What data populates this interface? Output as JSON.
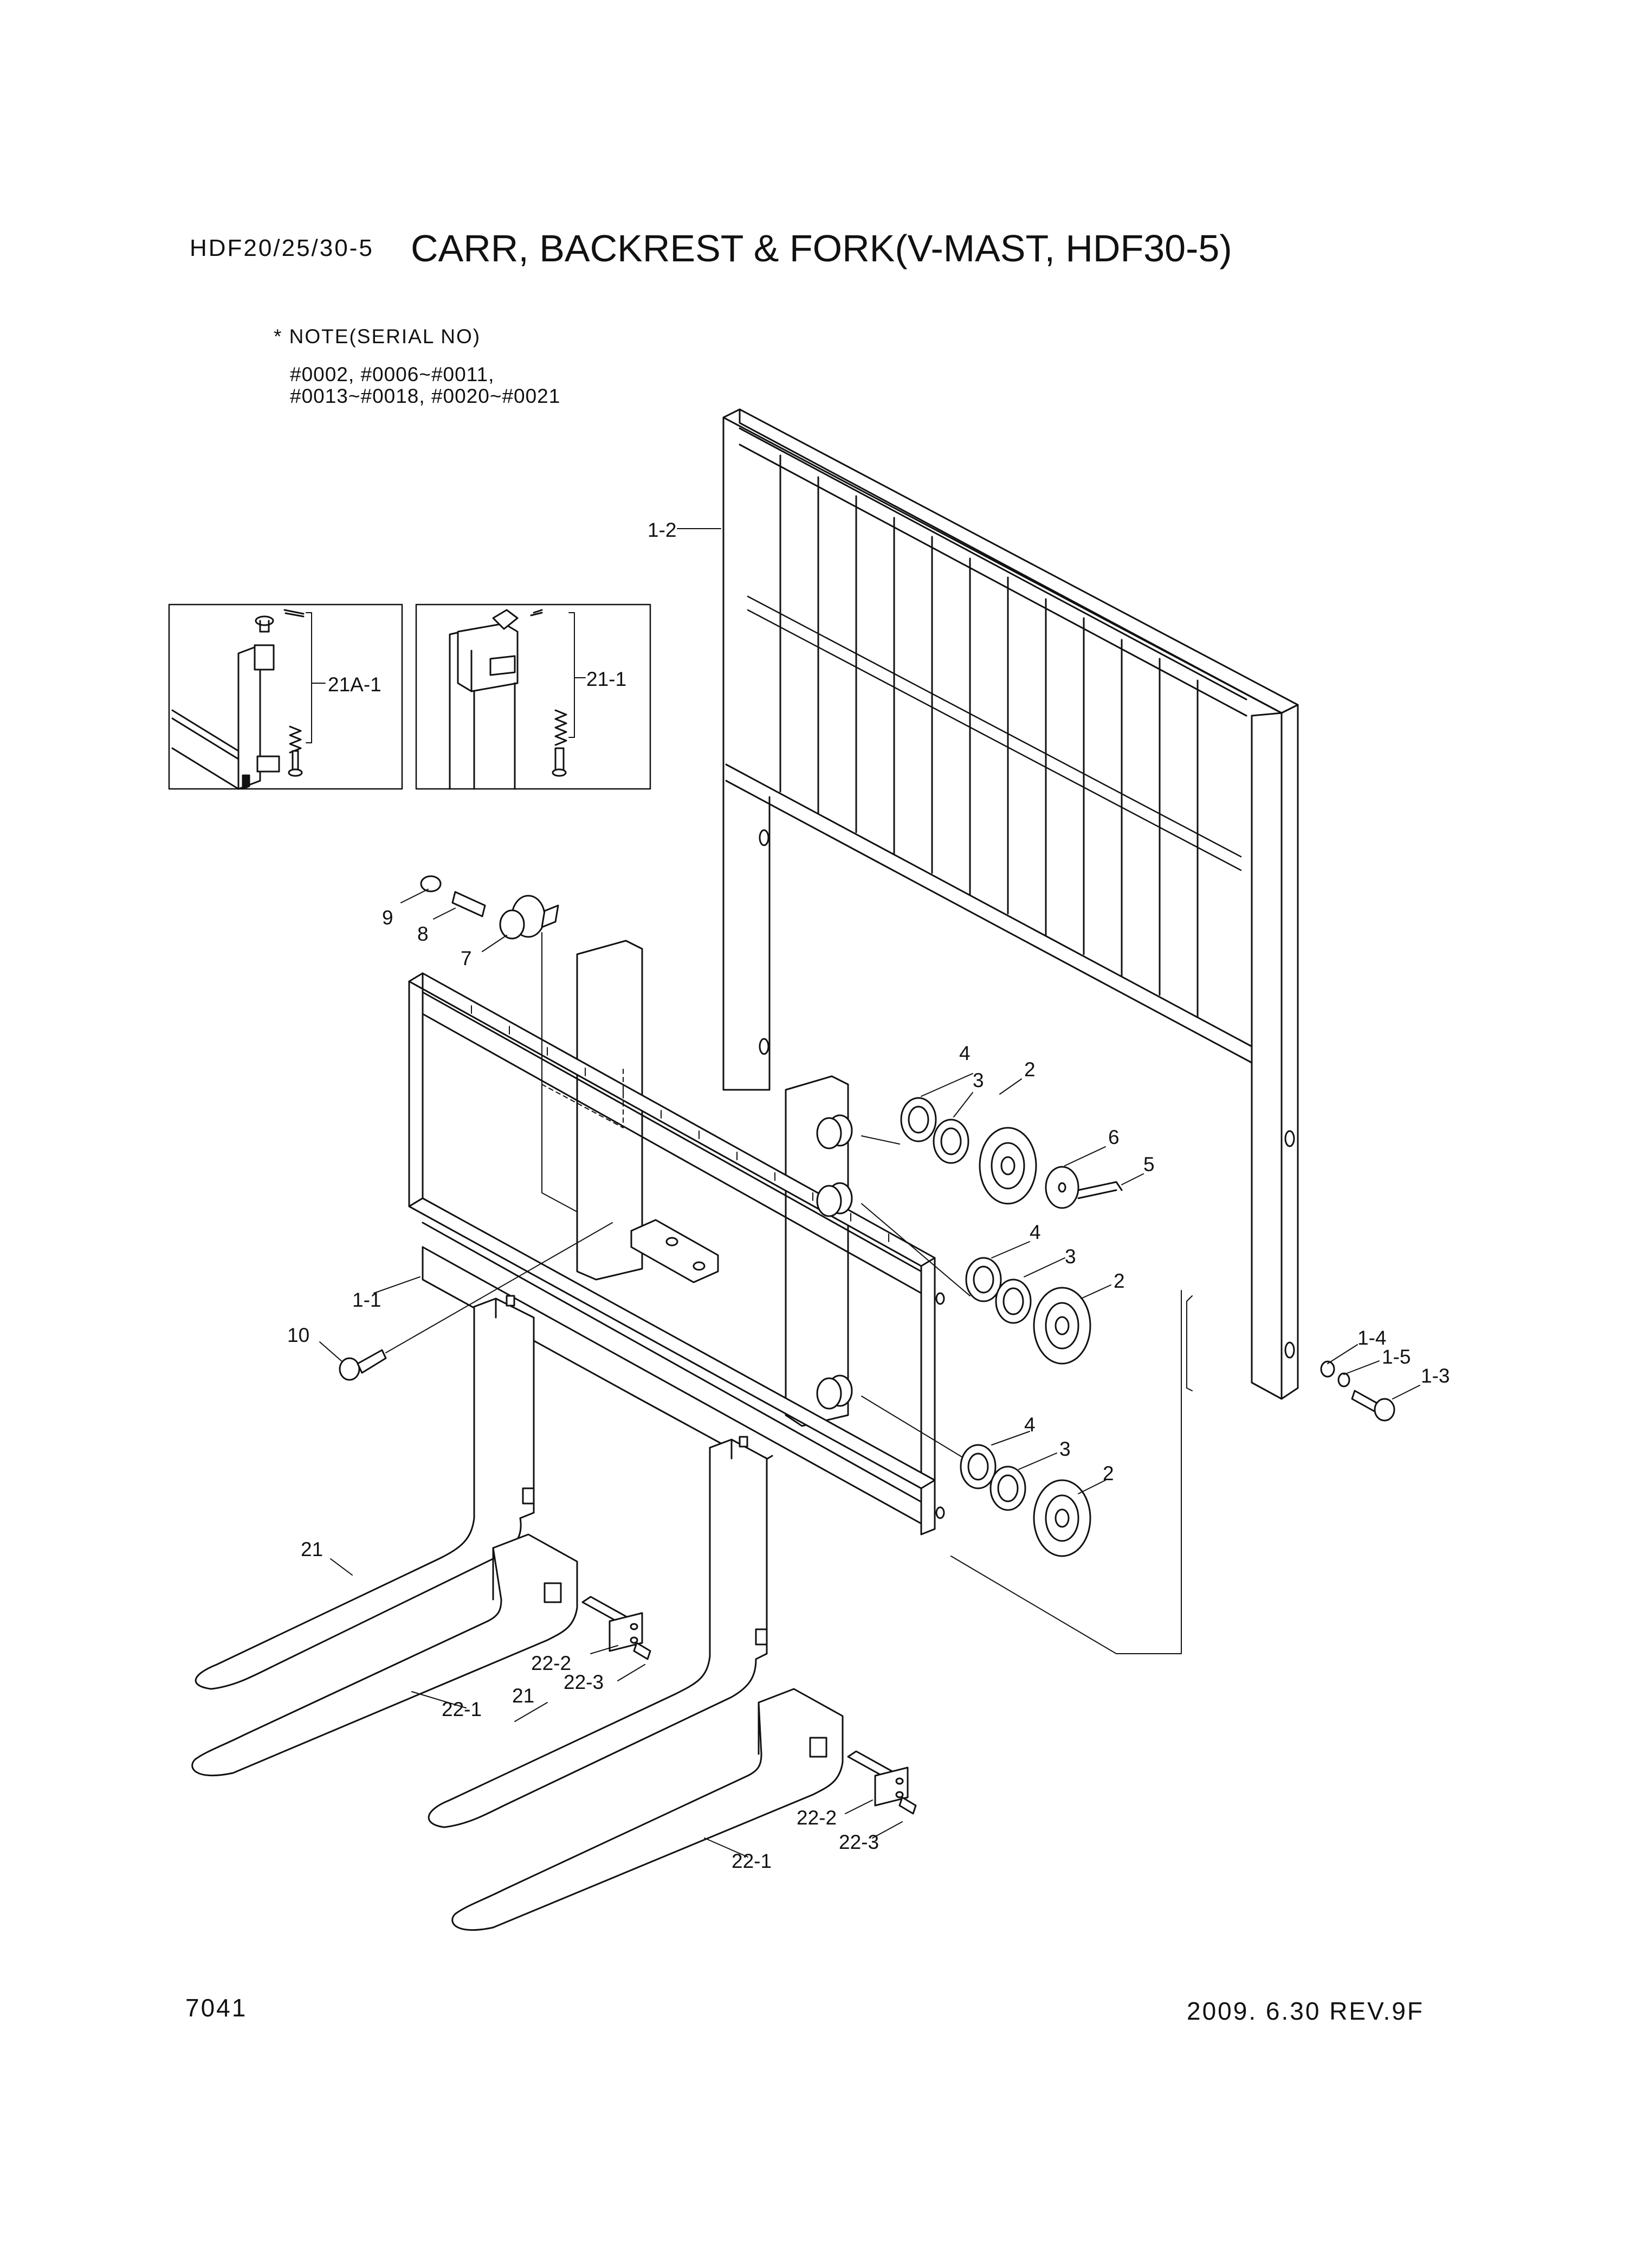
{
  "header": {
    "model": "HDF20/25/30-5",
    "title": "CARR, BACKREST & FORK(V-MAST, HDF30-5)"
  },
  "note": {
    "title": "* NOTE(SERIAL NO)",
    "line1": "#0002, #0006~#0011,",
    "line2": "#0013~#0018, #0020~#0021"
  },
  "callouts": {
    "backrest": "1-2",
    "carriage": "1-1",
    "washer_1_4": "1-4",
    "washer_1_5": "1-5",
    "bolt_1_3": "1-3",
    "roller_2a": "2",
    "roller_2b": "2",
    "roller_2c": "2",
    "shim_3a": "3",
    "shim_3b": "3",
    "shim_3c": "3",
    "shim_4a": "4",
    "shim_4b": "4",
    "shim_4c": "4",
    "bolt_5": "5",
    "washer_6": "6",
    "roller_7": "7",
    "bolt_8": "8",
    "nut_9": "9",
    "bolt_10": "10",
    "fork_21a": "21",
    "fork_21b": "21",
    "fork_ext_22_1a": "22-1",
    "fork_ext_22_1b": "22-1",
    "pin_22_2a": "22-2",
    "pin_22_2b": "22-2",
    "bolt_22_3a": "22-3",
    "bolt_22_3b": "22-3",
    "inset_21a_1": "21A-1",
    "inset_21_1": "21-1"
  },
  "footer": {
    "page": "7041",
    "revision": "2009. 6.30 REV.9F"
  }
}
